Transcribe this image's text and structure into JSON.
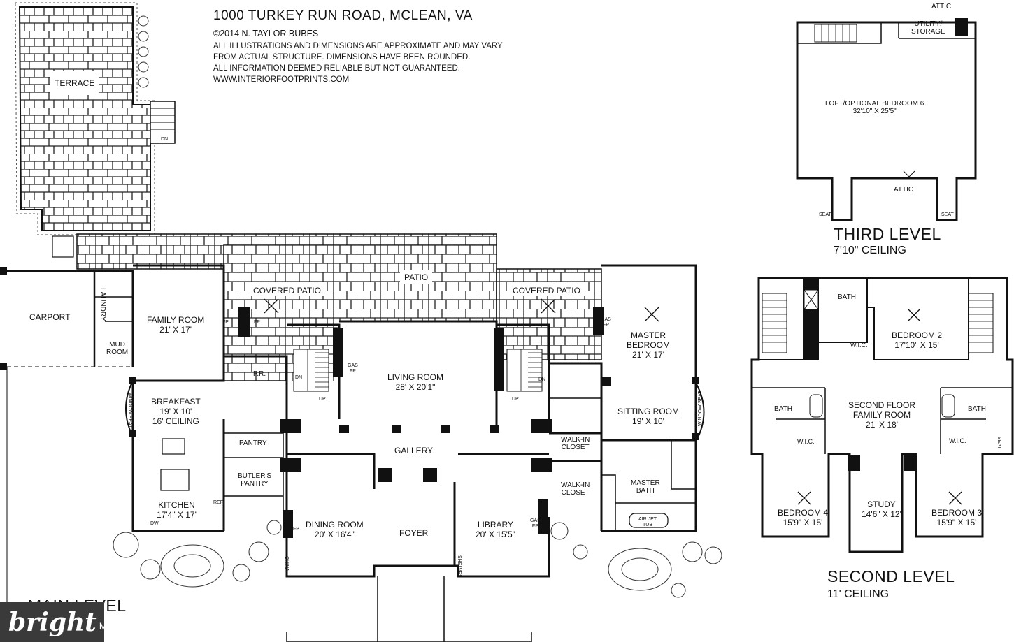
{
  "header": {
    "title": "1000 TURKEY RUN ROAD, MCLEAN, VA",
    "credit": "©2014 N. TAYLOR BUBES",
    "disclaimer": [
      "ALL ILLUSTRATIONS AND DIMENSIONS ARE APPROXIMATE AND MAY VARY",
      "FROM ACTUAL STRUCTURE. DIMENSIONS HAVE BEEN ROUNDED.",
      "ALL INFORMATION DEEMED RELIABLE BUT NOT GUARANTEED.",
      "WWW.INTERIORFOOTPRINTS.COM"
    ]
  },
  "main_level": {
    "label": "MAIN LEVEL",
    "rooms": {
      "terrace": "TERRACE",
      "carport": "CARPORT",
      "laundry": "LAUNDRY",
      "mud_room": "MUD\nROOM",
      "family_room": "FAMILY ROOM\n21' X 17'",
      "covered_patio_left": "COVERED PATIO",
      "patio": "PATIO",
      "covered_patio_right": "COVERED PATIO",
      "master_bedroom": "MASTER\nBEDROOM\n21' X 17'",
      "living_room": "LIVING ROOM\n28' X 20'1\"",
      "breakfast": "BREAKFAST\n19' X 10'\n16' CEILING",
      "pr": "P.R.",
      "pantry": "PANTRY",
      "butlers_pantry": "BUTLER'S\nPANTRY",
      "kitchen": "KITCHEN\n17'4\" X 17'",
      "gallery": "GALLERY",
      "sitting_room": "SITTING ROOM\n19' X 10'",
      "walk_in_closet_1": "WALK-IN\nCLOSET",
      "walk_in_closet_2": "WALK-IN\nCLOSET",
      "master_bath": "MASTER\nBATH",
      "dining_room": "DINING ROOM\n20' X 16'4\"",
      "foyer": "FOYER",
      "library": "LIBRARY\n20' X 15'5\""
    },
    "fixtures": {
      "fp_1": "FP",
      "fp_2": "FP",
      "gas_fp_living": "GAS\nFP",
      "gas_fp_master": "GAS\nFP",
      "gas_fp_library": "GAS\nFP",
      "fp_dining": "FP",
      "window_seat_left": "WINDOW SEAT",
      "window_seat_right": "WINDOW SEAT",
      "ref": "REF",
      "dw": "DW",
      "china": "CHINA",
      "shelves": "SHELVES",
      "air_jet_tub": "AIR JET\nTUB",
      "dn": "DN",
      "up": "UP"
    }
  },
  "third_level": {
    "label": "THIRD LEVEL",
    "ceiling": "7'10\" CEILING",
    "attic_top": "ATTIC",
    "utility": "UTILITY/\nSTORAGE",
    "loft": "LOFT/OPTIONAL BEDROOM 6\n32'10\" X 25'5\"",
    "attic_bottom": "ATTIC",
    "seat": "SEAT"
  },
  "second_level": {
    "label": "SECOND LEVEL",
    "ceiling": "11' CEILING",
    "bath_top": "BATH",
    "bedroom2": "BEDROOM 2\n17'10\" X 15'",
    "wic_top": "W.I.C.",
    "bath_left": "BATH",
    "bath_right": "BATH",
    "family_room": "SECOND FLOOR\nFAMILY ROOM\n21' X 18'",
    "wic_left": "W.I.C.",
    "wic_right": "W.I.C.",
    "bedroom4": "BEDROOM 4\n15'9\" X 15'",
    "study": "STUDY\n14'6\" X 12'",
    "bedroom3": "BEDROOM 3\n15'9\" X 15'",
    "seat": "SEAT"
  },
  "watermark": {
    "brand": "bright",
    "suffix": "MLS"
  }
}
